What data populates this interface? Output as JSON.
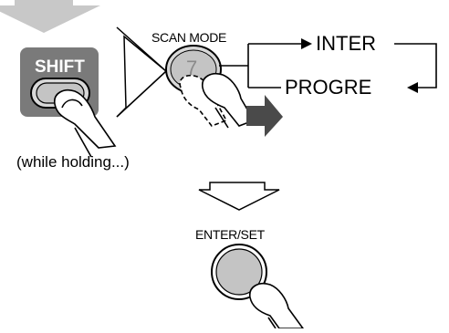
{
  "shift": {
    "label": "SHIFT"
  },
  "scan_mode": {
    "label": "SCAN MODE",
    "key": "7"
  },
  "cycle": {
    "option_a": "INTER",
    "option_b": "PROGRE"
  },
  "note": {
    "holding": "(while holding...)"
  },
  "enter": {
    "label": "ENTER/SET"
  },
  "colors": {
    "arrow_gray": "#c8c8c8",
    "shift_panel": "#7a7a7a",
    "button_fill": "#c4c4c4",
    "key_text": "#8a8a8a",
    "press_arrow": "#4a4a4a",
    "stroke": "#000000"
  }
}
